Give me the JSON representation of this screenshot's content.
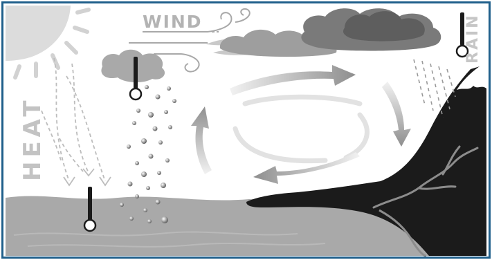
{
  "diagram": {
    "labels": {
      "wind": "WIND",
      "heat": "HEAT",
      "rain": "RAIN"
    },
    "icons": [
      "sun-icon",
      "thermometer-icon",
      "cloud-icon",
      "rain-streaks-icon",
      "wind-swirl-icon",
      "circulation-arrows-icon",
      "mountain-icon",
      "river-icon",
      "vapor-droplets-icon"
    ],
    "colors": {
      "frame": "#1f5f8b",
      "sky": "#ffffff",
      "sea": "#a9a9a9",
      "land": "#1b1b1b",
      "cloud_dark": "#6f6f6f",
      "cloud_mid": "#9a9a9a",
      "label": "#bdbdbd"
    }
  }
}
